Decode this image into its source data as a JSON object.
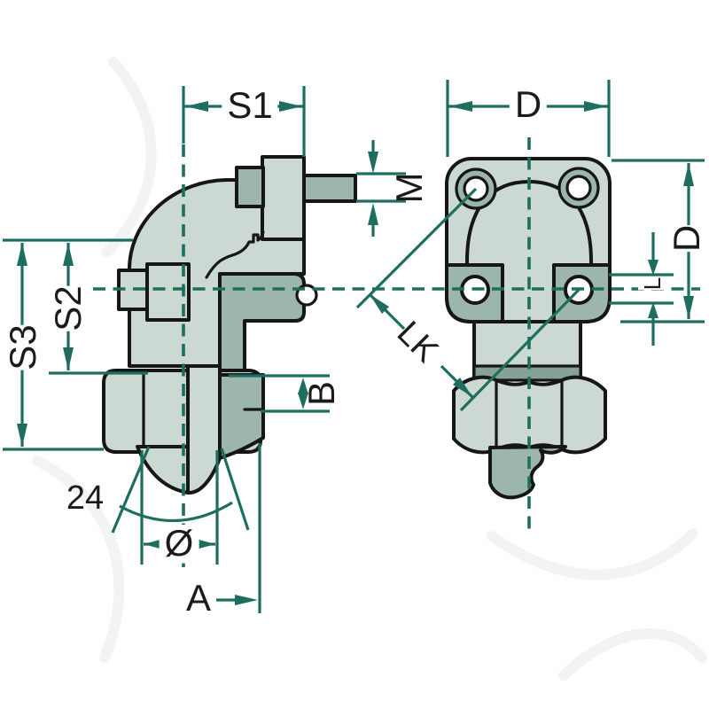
{
  "drawing": {
    "title": "Flange elbow fitting dimensional drawing",
    "views": [
      {
        "id": "side-view",
        "description": "sectioned side view of 90-degree elbow with union nut"
      },
      {
        "id": "front-view",
        "description": "front view of square flange with four bolt holes"
      }
    ]
  },
  "labels": {
    "s1": "S1",
    "s2": "S2",
    "s3": "S3",
    "m": "M",
    "b": "B",
    "a": "A",
    "angle": "24",
    "diameter": "Ø",
    "d_top": "D",
    "d_right": "D",
    "l": "L",
    "lk": "LK"
  },
  "colors": {
    "bg": "#ffffff",
    "ink": "#161616",
    "light": "#ccd8d2",
    "dark": "#9cb6ab",
    "band": "#86a296",
    "teal": "#1e6e60",
    "watermark": "#e9edeb"
  }
}
